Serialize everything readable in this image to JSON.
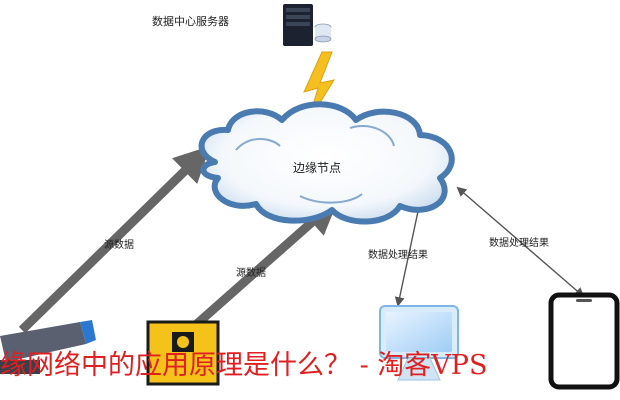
{
  "diagram": {
    "server_label": "数据中心服务器",
    "edge_node_label": "边缘节点",
    "source_data_left": "源数据",
    "source_data_middle": "源数据",
    "result_monitor": "数据处理结果",
    "result_phone": "数据处理结果"
  },
  "banner": {
    "text": "缘网络中的应用原理是什么？ - 淘客VPS"
  },
  "colors": {
    "arrow_gray": "#666666",
    "cloud_blue": "#4a7bb0",
    "lightning_yellow": "#f4c020",
    "banner_red": "#e02020"
  }
}
